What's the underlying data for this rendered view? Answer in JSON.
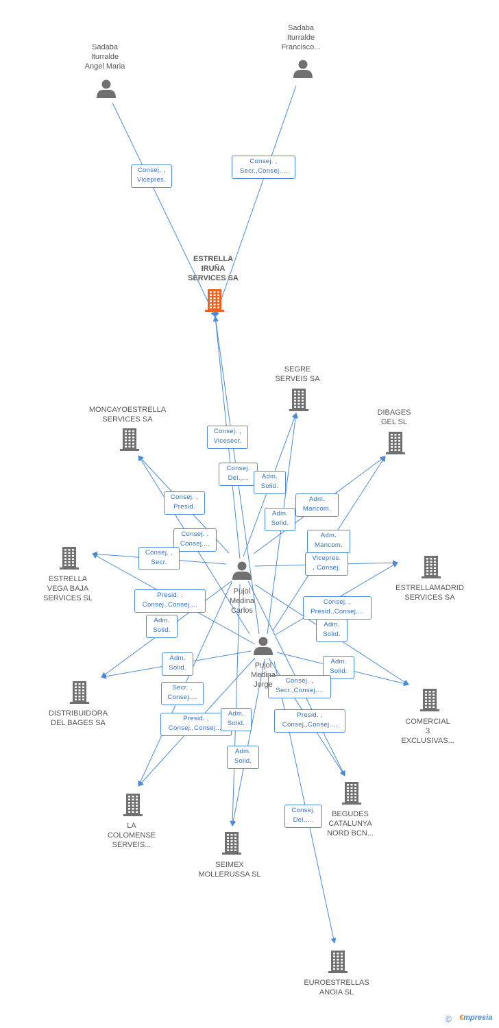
{
  "colors": {
    "edge": "#4a8ad8",
    "company": "#707070",
    "main_company": "#f06020",
    "person": "#707070"
  },
  "persons": [
    {
      "id": "p_angel",
      "label": "Sadaba\nIturralde\nAngel Maria"
    },
    {
      "id": "p_francisco",
      "label": "Sadaba\nIturralde\nFrancisco..."
    },
    {
      "id": "p_carlos",
      "label": "Pujol\nMedina\nCarlos"
    },
    {
      "id": "p_jorge",
      "label": "Pujol\nMedina\nJorge"
    }
  ],
  "companies": [
    {
      "id": "c_main",
      "label": "ESTRELLA\nIRUÑA\nSERVICES SA",
      "main": true
    },
    {
      "id": "c_segre",
      "label": "SEGRE\nSERVEIS SA"
    },
    {
      "id": "c_moncayo",
      "label": "MONCAYOESTRELLA\nSERVICES SA"
    },
    {
      "id": "c_dibages",
      "label": "DIBAGES\nGEL SL"
    },
    {
      "id": "c_vegabaja",
      "label": "ESTRELLA\nVEGA BAJA\nSERVICES SL"
    },
    {
      "id": "c_madrid",
      "label": "ESTRELLAMADRID\nSERVICES SA"
    },
    {
      "id": "c_distrib",
      "label": "DISTRIBUIDORA\nDEL BAGES SA"
    },
    {
      "id": "c_comercial",
      "label": "COMERCIAL\n3\nEXCLUSIVAS..."
    },
    {
      "id": "c_colomense",
      "label": "LA\nCOLOMENSE\nSERVEIS..."
    },
    {
      "id": "c_begudes",
      "label": "BEGUDES\nCATALUNYA\nNORD BCN..."
    },
    {
      "id": "c_seimex",
      "label": "SEIMEX\nMOLLERUSSA SL"
    },
    {
      "id": "c_euro",
      "label": "EUROESTRELLAS\nANOIA SL"
    }
  ],
  "relations": [
    {
      "from": "p_angel",
      "to": "c_main",
      "label": "Consej. ,\nVicepres."
    },
    {
      "from": "p_francisco",
      "to": "c_main",
      "label": "Consej. ,\nSecr.,Consej...."
    },
    {
      "from": "p_carlos",
      "to": "c_main",
      "label": "Consej. ,\nVicesecr."
    },
    {
      "from": "p_jorge",
      "to": "c_main",
      "label": "Consej.\nDel.,..."
    },
    {
      "from": "p_carlos",
      "to": "c_segre",
      "label": "Adm.\nSolid."
    },
    {
      "from": "p_jorge",
      "to": "c_segre",
      "label": "Adm.\nSolid."
    },
    {
      "from": "p_carlos",
      "to": "c_dibages",
      "label": "Adm.\nMancom."
    },
    {
      "from": "p_jorge",
      "to": "c_dibages",
      "label": "Adm.\nMancom."
    },
    {
      "from": "p_carlos",
      "to": "c_moncayo",
      "label": "Consej. ,\nPresid."
    },
    {
      "from": "p_jorge",
      "to": "c_moncayo",
      "label": "Consej. ,\nConsej...."
    },
    {
      "from": "p_carlos",
      "to": "c_vegabaja",
      "label": "Consej. ,\nSecr."
    },
    {
      "from": "p_jorge",
      "to": "c_vegabaja",
      "label": "Presid. ,\nConsej.,Consej...."
    },
    {
      "from": "p_carlos",
      "to": "c_madrid",
      "label": "Vicepres.\n, Consej."
    },
    {
      "from": "p_jorge",
      "to": "c_madrid",
      "label": "Consej. ,\nPresid.,Consej...."
    },
    {
      "from": "p_carlos",
      "to": "c_distrib",
      "label": "Adm.\nSolid."
    },
    {
      "from": "p_jorge",
      "to": "c_distrib",
      "label": "Adm.\nSolid."
    },
    {
      "from": "p_carlos",
      "to": "c_comercial",
      "label": "Adm.\nSolid."
    },
    {
      "from": "p_jorge",
      "to": "c_comercial",
      "label": "Adm.\nSolid."
    },
    {
      "from": "p_carlos",
      "to": "c_colomense",
      "label": "Secr. ,\nConsej...."
    },
    {
      "from": "p_jorge",
      "to": "c_colomense",
      "label": "Presid. ,\nConsej.,Consej...."
    },
    {
      "from": "p_carlos",
      "to": "c_begudes",
      "label": "Consej. ,\nSecr.,Consej...."
    },
    {
      "from": "p_jorge",
      "to": "c_begudes",
      "label": "Presid. ,\nConsej.,Consej...."
    },
    {
      "from": "p_carlos",
      "to": "c_seimex",
      "label": "Adm.\nSolid."
    },
    {
      "from": "p_jorge",
      "to": "c_seimex",
      "label": "Adm.\nSolid."
    },
    {
      "from": "p_jorge",
      "to": "c_euro",
      "label": "Consej.\nDel.,..."
    }
  ],
  "footer": {
    "copyright": "©",
    "brand_e": "€",
    "brand_rest": "mpresia"
  }
}
